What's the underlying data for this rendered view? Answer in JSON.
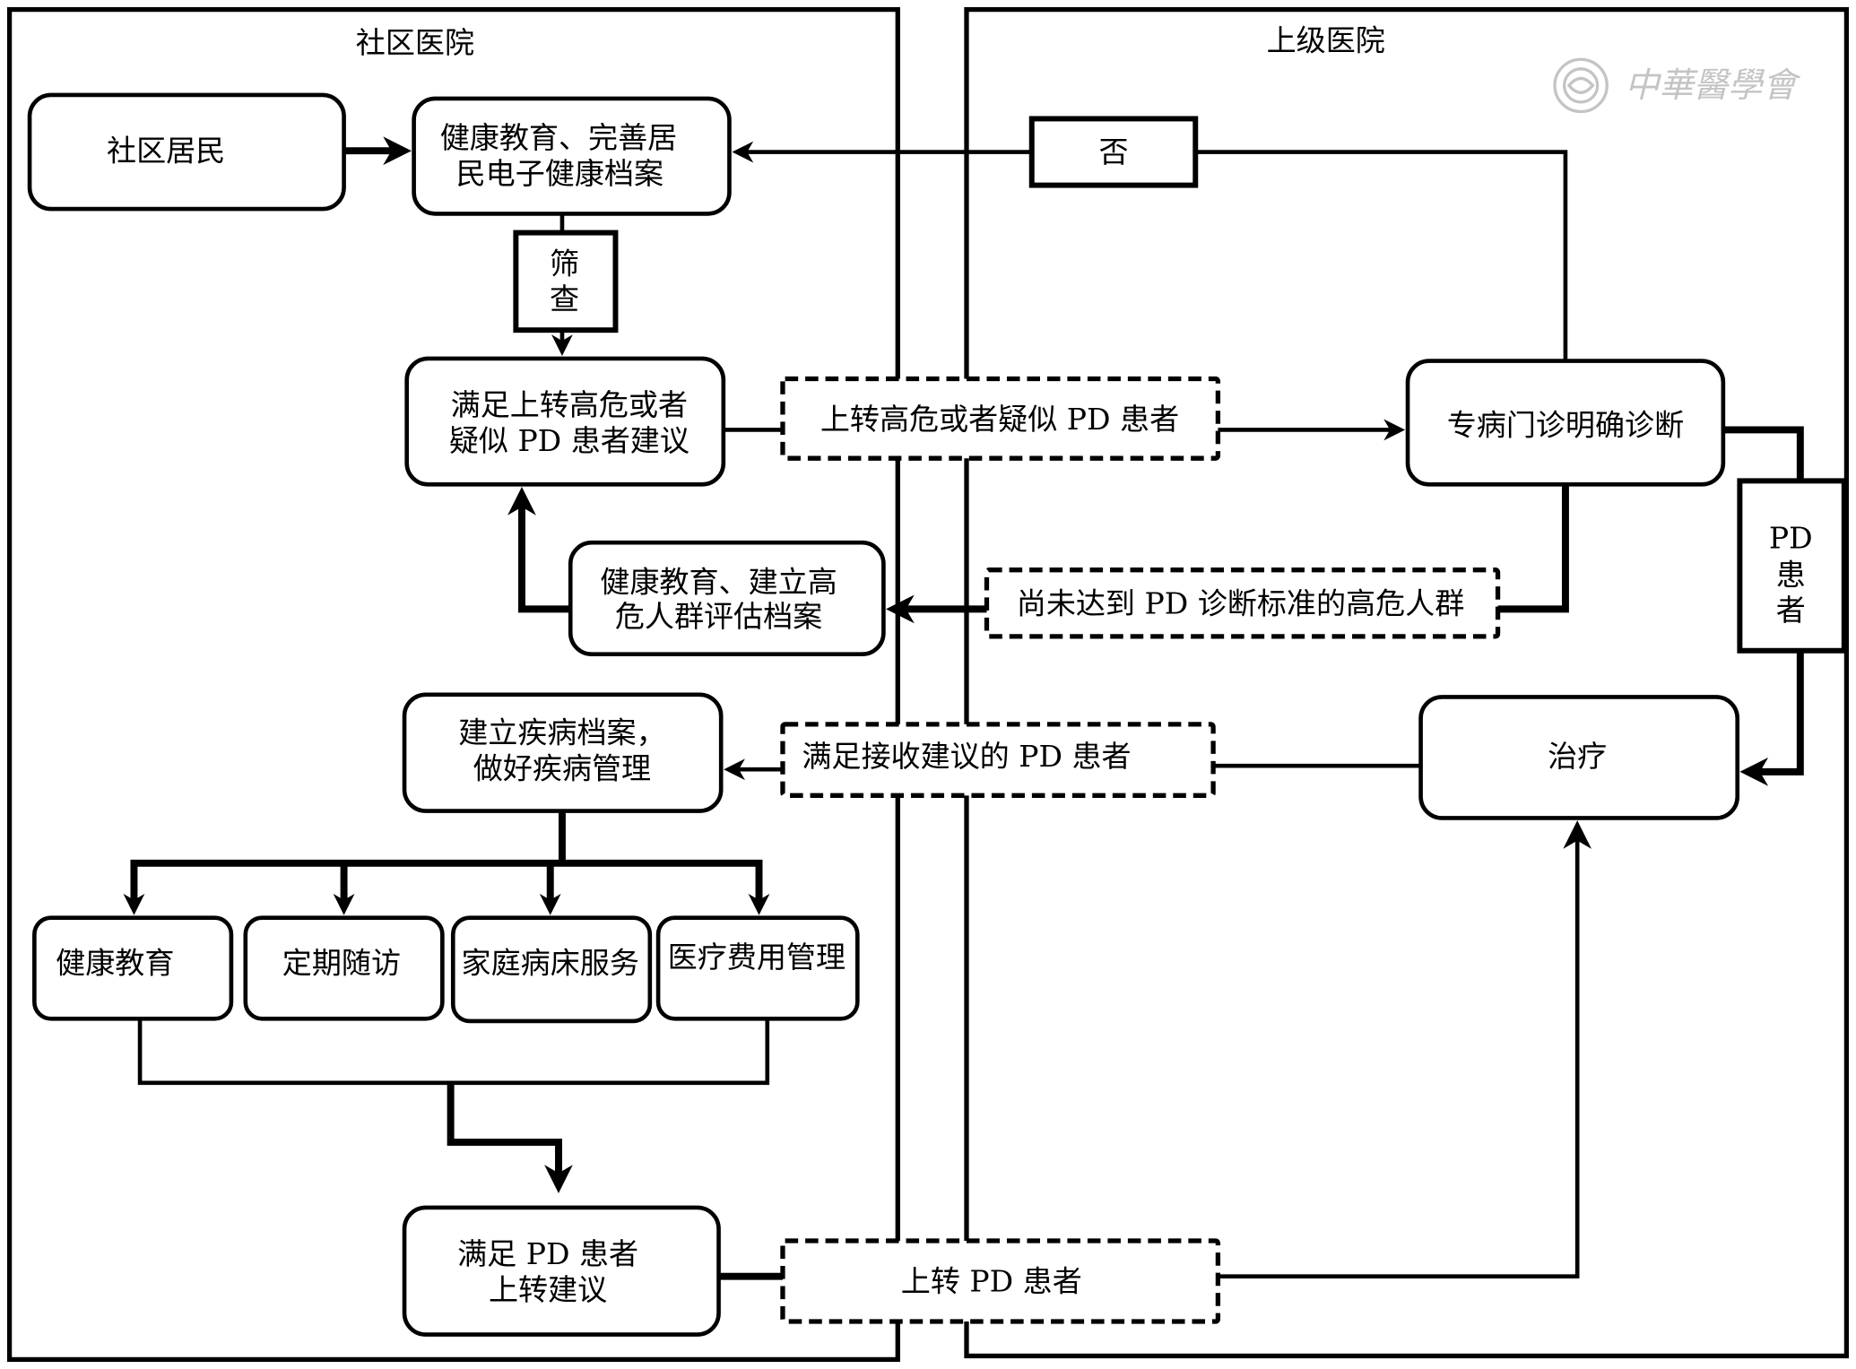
{
  "colors": {
    "ink": "#000000",
    "paper": "#ffffff",
    "watermark": "#c4c4c4"
  },
  "watermark": {
    "text": "中華醫學會"
  },
  "panels": {
    "community": {
      "title": "社区医院"
    },
    "higher": {
      "title": "上级医院"
    }
  },
  "nodes": {
    "residents": {
      "lines": [
        "社区居民"
      ]
    },
    "health_record": {
      "lines": [
        "健康教育、完善居",
        "民电子健康档案"
      ]
    },
    "screening": {
      "lines": [
        "筛",
        "查"
      ]
    },
    "referral_suggestion": {
      "lines": [
        "满足上转高危或者",
        "疑似 PD 患者建议"
      ]
    },
    "refer_high_risk": {
      "lines": [
        "上转高危或者疑似 PD 患者"
      ]
    },
    "specialist_diagnosis": {
      "lines": [
        "专病门诊明确诊断"
      ]
    },
    "no": {
      "lines": [
        "否"
      ]
    },
    "pd_patient": {
      "lines": [
        "PD",
        "患",
        "者"
      ]
    },
    "not_yet_pd": {
      "lines": [
        "尚未达到 PD 诊断标准的高危人群"
      ]
    },
    "high_risk_record": {
      "lines": [
        "健康教育、建立高",
        "危人群评估档案"
      ]
    },
    "treatment": {
      "lines": [
        "治疗"
      ]
    },
    "accept_pd": {
      "lines": [
        "满足接收建议的 PD 患者"
      ]
    },
    "disease_management": {
      "lines": [
        "建立疾病档案，",
        "做好疾病管理"
      ]
    },
    "health_education": {
      "lines": [
        "健康教育"
      ]
    },
    "follow_up": {
      "lines": [
        "定期随访"
      ]
    },
    "home_bed": {
      "lines": [
        "家庭病床服务"
      ]
    },
    "cost_management": {
      "lines": [
        "医疗费用管理"
      ]
    },
    "pd_referral_suggestion": {
      "lines": [
        "满足 PD 患者",
        "上转建议"
      ]
    },
    "refer_pd": {
      "lines": [
        "上转 PD 患者"
      ]
    }
  }
}
